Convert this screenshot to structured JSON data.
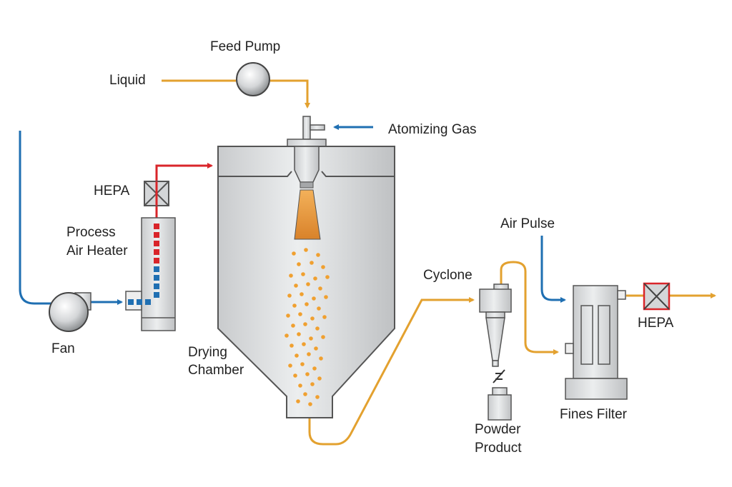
{
  "labels": {
    "feed_pump": "Feed Pump",
    "liquid": "Liquid",
    "atomizing_gas": "Atomizing Gas",
    "hepa_left": "HEPA",
    "process_air_heater_line1": "Process",
    "process_air_heater_line2": "Air Heater",
    "fan": "Fan",
    "drying_chamber_line1": "Drying",
    "drying_chamber_line2": "Chamber",
    "cyclone": "Cyclone",
    "air_pulse": "Air Pulse",
    "hepa_right": "HEPA",
    "powder_product_line1": "Powder",
    "powder_product_line2": "Product",
    "fines_filter": "Fines Filter"
  },
  "colors": {
    "air_flow": "#1f6fb2",
    "liquid_flow": "#e3a12f",
    "heated_air": "#d9252a",
    "equipment_fill": "#dcdedf",
    "equipment_stroke": "#555555",
    "spray_particles": "#f0a030",
    "spray_cone": "#d98a2c"
  },
  "icons": {
    "pump": "circle-pump-icon",
    "hepa": "x-box-filter-icon",
    "valve": "diagonal-valve-icon"
  }
}
